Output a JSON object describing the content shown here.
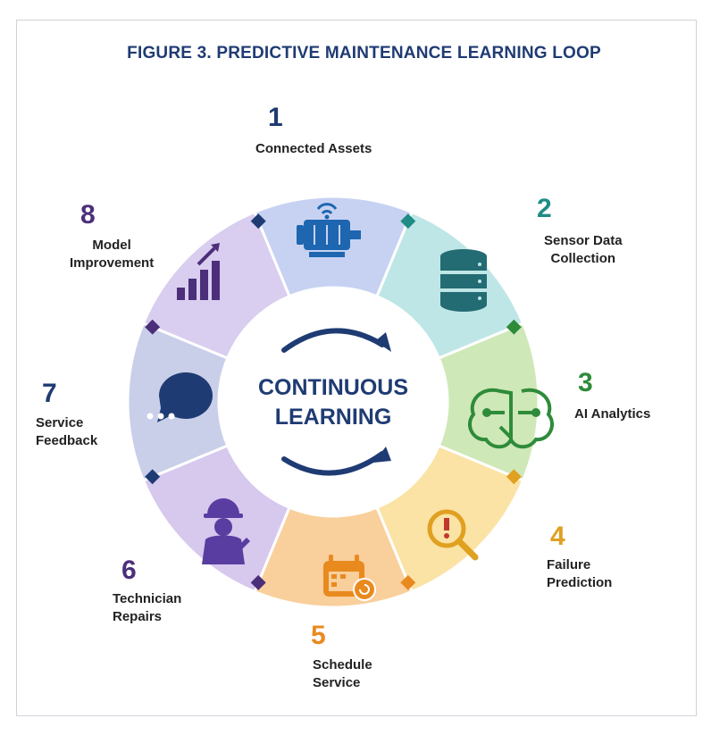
{
  "title": "FIGURE 3. PREDICTIVE MAINTENANCE LEARNING LOOP",
  "center": {
    "line1": "CONTINUOUS",
    "line2": "LEARNING"
  },
  "steps": [
    {
      "number": "1",
      "label": "Connected Assets",
      "color": "#1f3b73",
      "icon": "motor-wifi-icon"
    },
    {
      "number": "2",
      "label": "Sensor Data\nCollection",
      "color": "#1f8c85",
      "icon": "database-icon"
    },
    {
      "number": "3",
      "label": "AI Analytics",
      "color": "#2e8b3a",
      "icon": "brain-circuit-icon"
    },
    {
      "number": "4",
      "label": "Failure\nPrediction",
      "color": "#e0a020",
      "icon": "warning-magnifier-icon"
    },
    {
      "number": "5",
      "label": "Schedule\nService",
      "color": "#e98a1f",
      "icon": "calendar-icon"
    },
    {
      "number": "6",
      "label": "Technician\nRepairs",
      "color": "#4b2f7a",
      "icon": "technician-icon"
    },
    {
      "number": "7",
      "label": "Service\nFeedback",
      "color": "#1f3b73",
      "icon": "chat-bubble-icon"
    },
    {
      "number": "8",
      "label": "Model\nImprovement",
      "color": "#4b2f7a",
      "icon": "growth-chart-icon"
    }
  ],
  "segment_colors": [
    "#c7d2f2",
    "#bfe6e6",
    "#cfe8b8",
    "#fbe3a6",
    "#f9cf9c",
    "#d7c8ee",
    "#c9cfe9",
    "#d9cdf0"
  ]
}
